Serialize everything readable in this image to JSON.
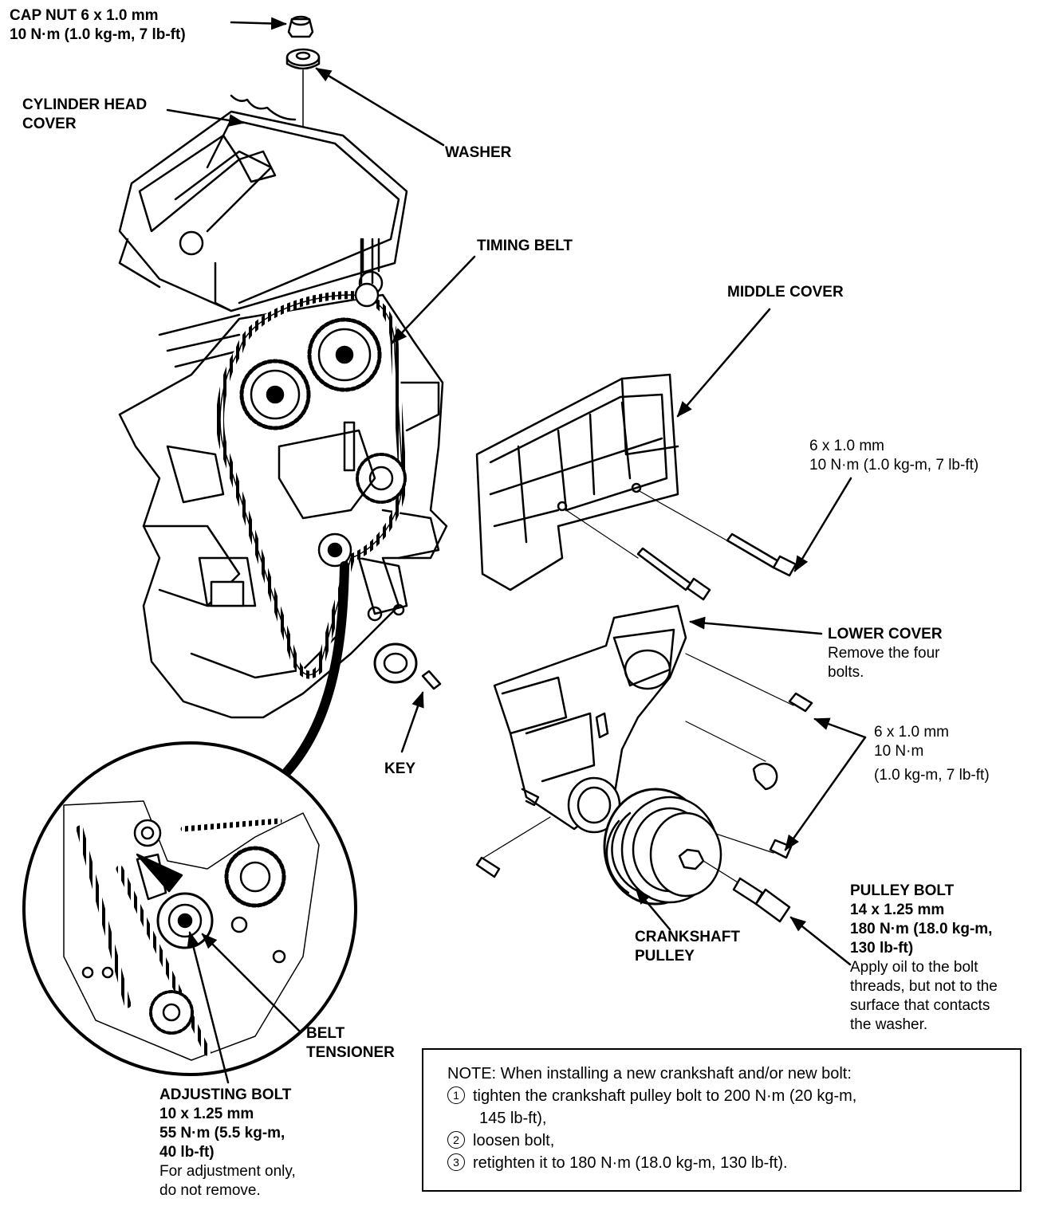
{
  "labels": {
    "cap_nut": {
      "title": "CAP NUT 6 x 1.0 mm",
      "torque": "10 N·m (1.0 kg-m, 7 lb-ft)"
    },
    "washer": "WASHER",
    "cylinder_head_cover": [
      "CYLINDER HEAD",
      "COVER"
    ],
    "timing_belt": "TIMING BELT",
    "middle_cover": "MIDDLE COVER",
    "middle_bolt": {
      "size": "6 x 1.0 mm",
      "torque": "10 N·m (1.0 kg-m, 7 lb-ft)"
    },
    "lower_cover": {
      "title": "LOWER COVER",
      "desc": [
        "Remove the four",
        "bolts."
      ]
    },
    "lower_bolt": {
      "size": "6 x 1.0 mm",
      "torque": "10 N·m",
      "torque2": "(1.0 kg-m, 7 lb-ft)"
    },
    "key": "KEY",
    "crankshaft_pulley": [
      "CRANKSHAFT",
      "PULLEY"
    ],
    "pulley_bolt": {
      "title": "PULLEY BOLT",
      "size": "14 x 1.25 mm",
      "torque": [
        "180 N·m (18.0 kg-m,",
        "130 lb-ft)"
      ],
      "desc": [
        "Apply oil to the bolt",
        "threads, but not to the",
        "surface that contacts",
        "the washer."
      ]
    },
    "belt_tensioner": [
      "BELT",
      "TENSIONER"
    ],
    "adjusting_bolt": {
      "title": "ADJUSTING BOLT",
      "size": "10 x 1.25 mm",
      "torque": [
        "55 N·m (5.5 kg-m,",
        "40 lb-ft)"
      ],
      "desc": [
        "For adjustment only,",
        "do not remove."
      ]
    }
  },
  "note": {
    "intro": "NOTE:  When installing a new crankshaft and/or new bolt:",
    "steps": [
      {
        "marker": "1",
        "lines": [
          "tighten the crankshaft pulley bolt to 200 N·m (20 kg-m,",
          "145 lb-ft),"
        ]
      },
      {
        "marker": "2",
        "lines": [
          "loosen bolt,"
        ]
      },
      {
        "marker": "3",
        "lines": [
          "retighten it to 180 N·m (18.0 kg-m, 130 lb-ft)."
        ]
      }
    ]
  }
}
